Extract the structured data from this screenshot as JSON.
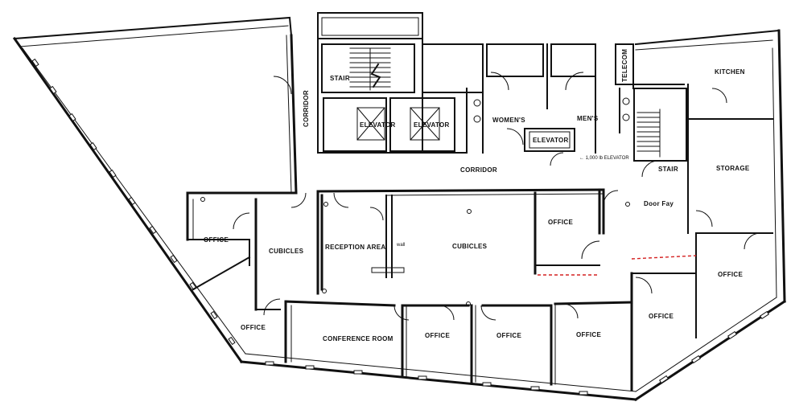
{
  "labels": {
    "stair_top": "STAIR",
    "corridor_left": "CORRIDOR",
    "elevator_1": "ELEVATOR",
    "elevator_2": "ELEVATOR",
    "womens": "WOMEN'S",
    "mens": "MEN'S",
    "elevator_3": "ELEVATOR",
    "elevator_note": "← 1,000 lb ELEVATOR",
    "telecom": "TELECOM",
    "kitchen": "KITCHEN",
    "corridor_main": "CORRIDOR",
    "stair_right": "STAIR",
    "storage": "STORAGE",
    "doorway": "Door Fay",
    "office_left": "OFFICE",
    "cubicles_left": "CUBICLES",
    "reception": "RECEPTION AREA",
    "wall_note": "wall",
    "cubicles_center": "CUBICLES",
    "office_mid": "OFFICE",
    "office_right": "OFFICE",
    "office_lower_left": "OFFICE",
    "conference": "CONFERENCE ROOM",
    "office_b1": "OFFICE",
    "office_b2": "OFFICE",
    "office_b3": "OFFICE",
    "office_b4": "OFFICE"
  }
}
